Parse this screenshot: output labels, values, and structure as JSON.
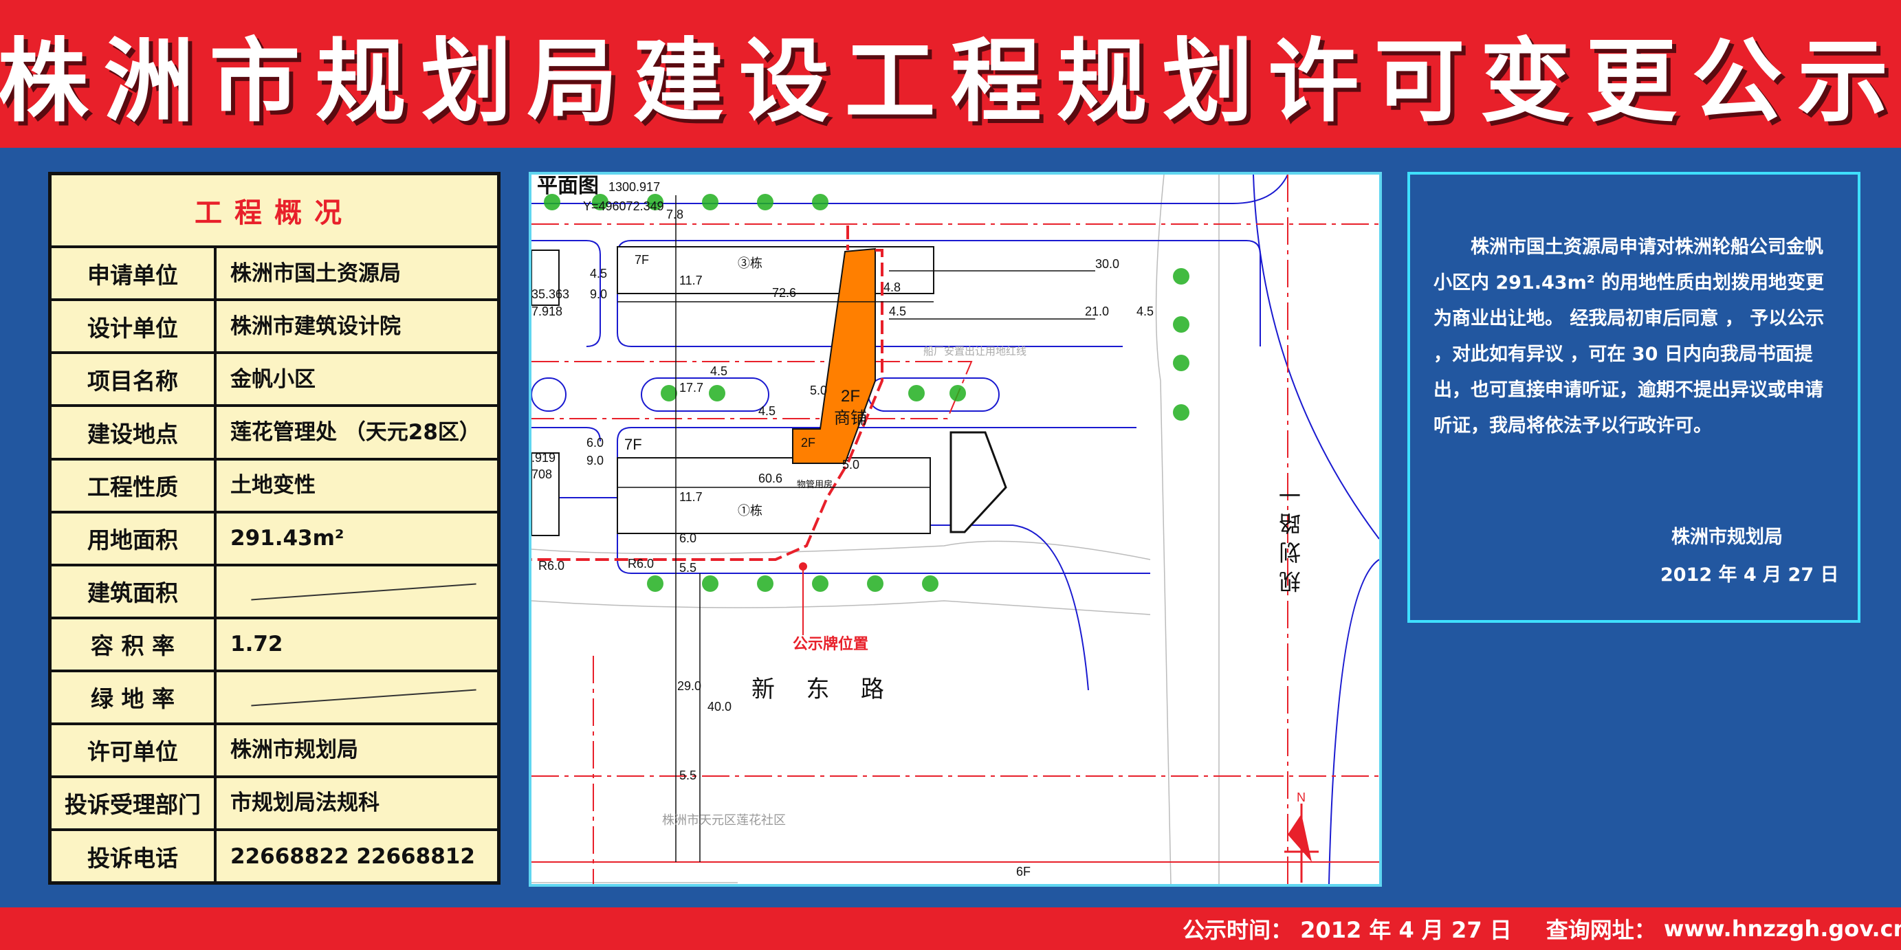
{
  "title": "株洲市规划局建设工程规划许可变更公示",
  "table": {
    "heading": "工程概况",
    "rows": [
      {
        "label": "申请单位",
        "value": "株洲市国土资源局"
      },
      {
        "label": "设计单位",
        "value": "株洲市建筑设计院"
      },
      {
        "label": "项目名称",
        "value": "金帆小区"
      },
      {
        "label": "建设地点",
        "value": "莲花管理处 （天元28区）"
      },
      {
        "label": "工程性质",
        "value": "土地变性"
      },
      {
        "label": "用地面积",
        "value": "291.43m²"
      },
      {
        "label": "建筑面积",
        "value": ""
      },
      {
        "label": "容 积 率",
        "value": "1.72"
      },
      {
        "label": "绿 地 率",
        "value": ""
      },
      {
        "label": "许可单位",
        "value": "株洲市规划局"
      },
      {
        "label": "投诉受理部门",
        "value": "市规划局法规科"
      },
      {
        "label": "投诉电话",
        "value": "22668822   22668812"
      }
    ]
  },
  "plan": {
    "title": "平面图",
    "coord_x": "1300.917",
    "coord_y": "Y=496072.349",
    "dims": [
      "7.8",
      "4.5",
      "9.0",
      "35.363",
      "7.918",
      "11.7",
      "72.6",
      "4.5",
      "17.7",
      "4.5",
      "5.0",
      "30.0",
      "4.8",
      "4.5",
      "21.0",
      "4.5",
      "6.0",
      "9.0",
      ".919",
      "708",
      "60.6",
      "11.7",
      "6.0",
      "5.5",
      "R6.0",
      "R6.0",
      "5.0",
      "29.0",
      "40.0",
      "5.5"
    ],
    "labels": {
      "shop": "商铺",
      "floors_2f": "2F",
      "floors_2f_b": "2F",
      "mgmt": "物管用房",
      "floors_7f": "7F",
      "floors_7f_b": "7F",
      "floors_6f": "6F",
      "bldg3": "③栋",
      "bldg1": "①栋",
      "sign": "公示牌位置",
      "road_east": "新 东 路",
      "road_plan": "规 划 路 一",
      "redline": "船厂安置出让用地红线",
      "community": "株洲市天元区莲花社区",
      "north": "N"
    },
    "colors": {
      "shop": "#ff7f00",
      "redline": "#e8202a",
      "road": "#1a1ad0",
      "tree": "#22b020"
    }
  },
  "notice": {
    "body": "株洲市国土资源局申请对株洲轮船公司金帆小区内 291.43m² 的用地性质由划拨用地变更为商业出让地。 经我局初审后同意 ， 予以公示 ，对此如有异议 ，可在 30 日内向我局书面提出，也可直接申请听证，逾期不提出异议或申请听证，我局将依法予以行政许可。",
    "org": "株洲市规划局",
    "date": "2012 年 4 月 27 日"
  },
  "footer": {
    "time_label": "公示时间：",
    "time_value": " 2012 年 4 月 27 日",
    "url_label": "查询网址：",
    "url_value": " www.hnzzgh.gov.cn"
  }
}
